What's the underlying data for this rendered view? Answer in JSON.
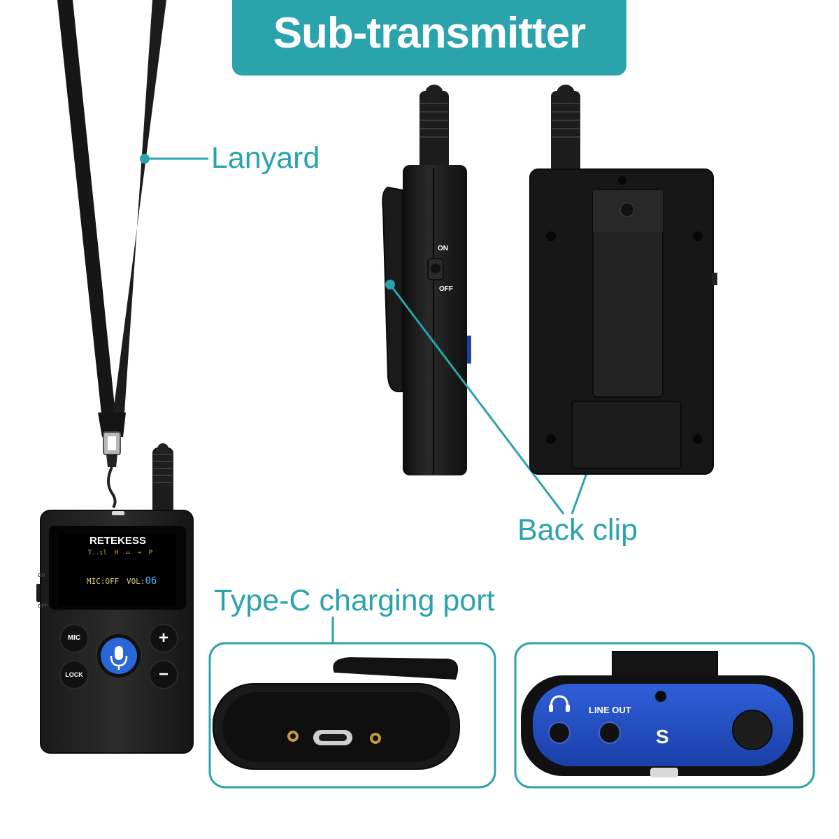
{
  "title": "Sub-transmitter",
  "accent_color": "#2aa3ad",
  "callouts": {
    "lanyard": "Lanyard",
    "back_clip": "Back clip",
    "type_c": "Type-C charging port"
  },
  "device": {
    "brand": "RETEKESS",
    "screen_status": "MIC:OFF",
    "screen_vol_label": "VOL:",
    "screen_vol_value": "06",
    "screen_icons": "T..ıl  H  ▭  ⊸  P",
    "btn_mic": "MIC",
    "btn_lock": "LOCK",
    "btn_plus": "+",
    "btn_minus": "−",
    "switch_on": "ON",
    "switch_off": "OFF",
    "side_on": "ON",
    "side_off": "OFF"
  },
  "ports_panel": {
    "line_out": "LINE OUT",
    "channel_letter": "S"
  }
}
